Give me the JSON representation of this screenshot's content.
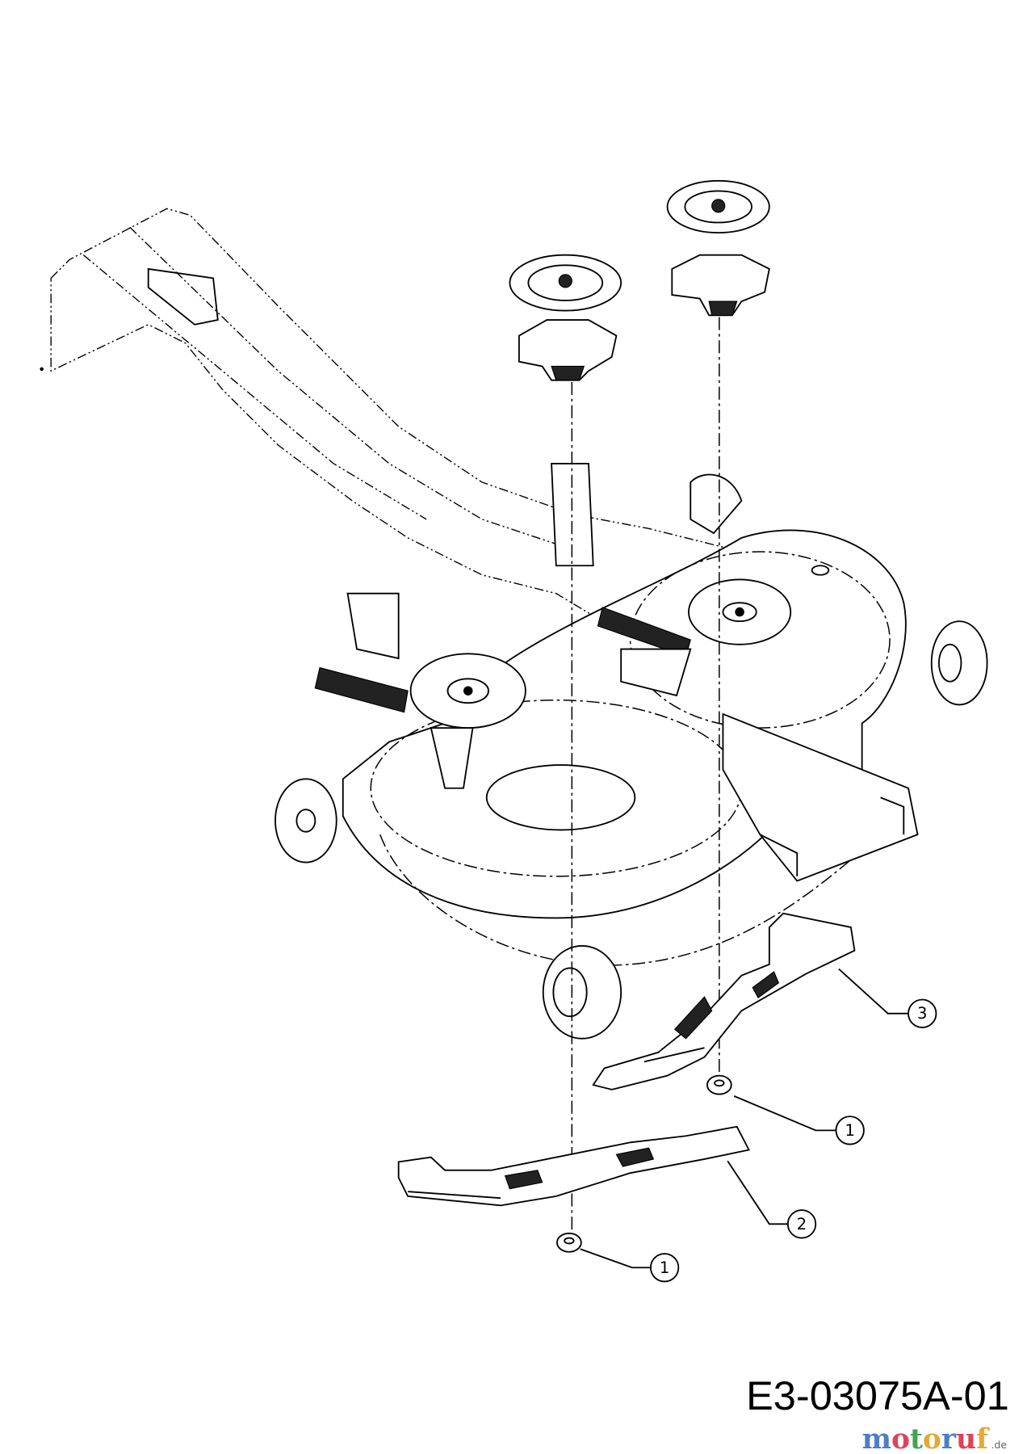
{
  "diagram": {
    "callouts": [
      {
        "label": "3",
        "part": "blade-right"
      },
      {
        "label": "1",
        "part": "nut-right"
      },
      {
        "label": "2",
        "part": "blade-left"
      },
      {
        "label": "1",
        "part": "nut-left"
      }
    ],
    "part_code": "E3-03075A-01",
    "watermark": {
      "name": "motoruf",
      "suffix": ".de",
      "colors": [
        "#3b6fc4",
        "#d9304a",
        "#2e9a3e",
        "#e0a020",
        "#3b6fc4",
        "#d9304a",
        "#e0a020"
      ]
    }
  }
}
